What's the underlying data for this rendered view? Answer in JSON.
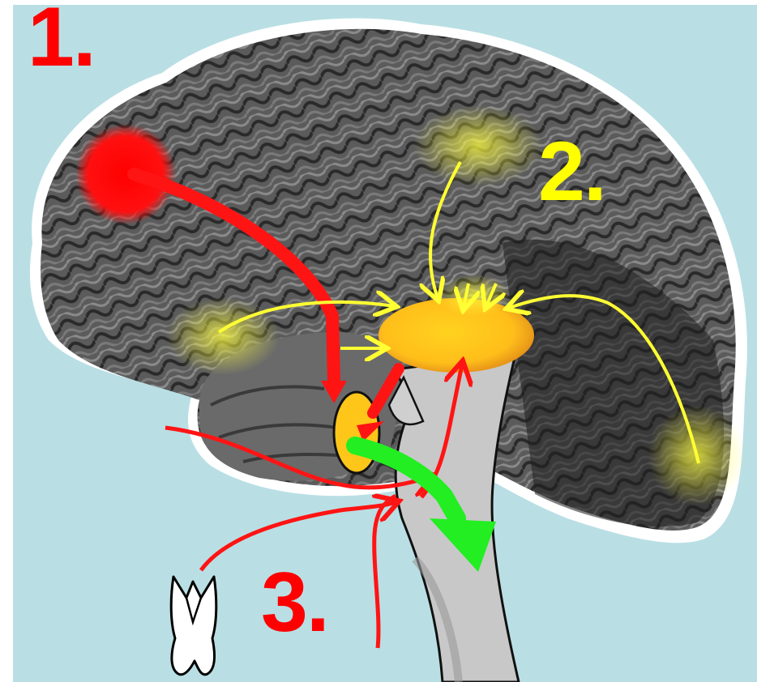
{
  "labels": {
    "one": "1.",
    "two": "2.",
    "three": "3."
  },
  "colors": {
    "background": "#b9dfe4",
    "brain": "#4a4a4a",
    "brainstem": "#c9c9c9",
    "pathway_red": "#ff1414",
    "pathway_yellow": "#ffff33",
    "thalamus": "#ffc61a",
    "output_green": "#22ee22"
  },
  "icons": {
    "tooth": "tooth-icon"
  }
}
